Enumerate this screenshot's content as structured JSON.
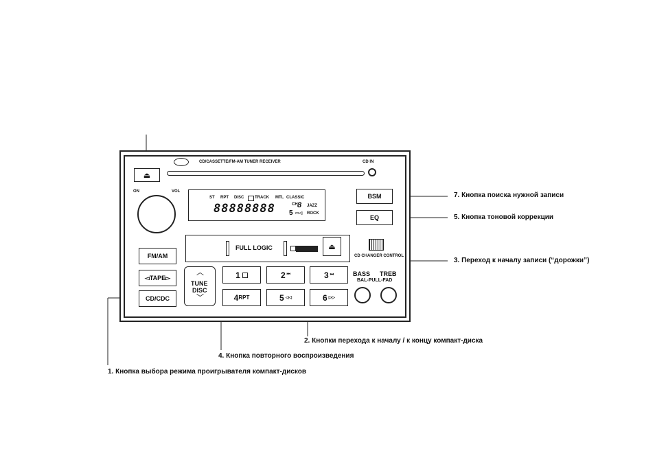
{
  "radio": {
    "model_label": "CD/CASSETTE/FM-AM TUNER RECEIVER",
    "cd_in": "CD IN",
    "on": "ON",
    "vol": "VOL",
    "display": {
      "st": "ST",
      "rpt": "RPT",
      "disc": "DISC",
      "track": "TRACK",
      "mtl": "MTL",
      "classic": "CLASSIC",
      "digits": "88888888",
      "ch": "CH",
      "ch_digit": "8",
      "jazz": "JAZZ",
      "rock": "ROCK",
      "five": "5"
    },
    "bsm": "BSM",
    "eq": "EQ",
    "fm_am": "FM/AM",
    "tape": "◅TAPE▻",
    "cd_cdc": "CD/CDC",
    "full_logic": "FULL LOGIC",
    "cd_changer_control": "CD CHANGER CONTROL",
    "tune": "TUNE",
    "disc": "DISC",
    "preset_1": "1",
    "preset_2": "2",
    "preset_3": "3",
    "preset_4": "4",
    "preset_4_sub": "RPT",
    "preset_5": "5",
    "preset_6": "6",
    "bass": "BASS",
    "treb": "TREB",
    "bal_pull_fad": "BAL-PULL-FAD"
  },
  "callouts": {
    "c7": "7. Кнопка поиска нужной записи",
    "c5": "5. Кнопка тоновой коррекции",
    "c3": "3. Переход к началу записи (“дорожки”)",
    "c2": "2. Кнопки перехода к началу / к концу компакт-диска",
    "c4": "4. Кнопка повторного воспроизведения",
    "c1": "1. Кнопка выбора режима проигрывателя компакт-дисков"
  }
}
